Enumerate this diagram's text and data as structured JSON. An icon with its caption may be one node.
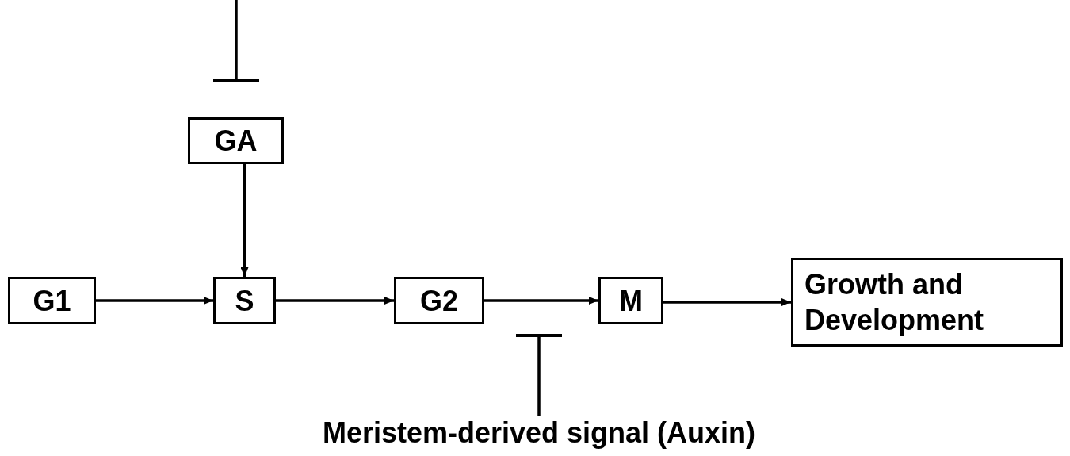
{
  "diagram": {
    "nodes": [
      {
        "text": [
          "GA"
        ]
      },
      {
        "text": [
          "G1"
        ]
      },
      {
        "text": [
          "S"
        ]
      },
      {
        "text": [
          "G2"
        ]
      },
      {
        "text": [
          "M"
        ]
      },
      {
        "text": [
          "Growth and Development"
        ]
      },
      {
        "text": [
          "Meristem-derived signal (Auxin)"
        ]
      }
    ],
    "edges": [
      {
        "from": null,
        "to": 0,
        "arrow": "other"
      },
      {
        "from": 0,
        "to": 2,
        "arrow": "to"
      },
      {
        "from": 1,
        "to": 2,
        "arrow": "to"
      },
      {
        "from": 2,
        "to": 3,
        "arrow": "to"
      },
      {
        "from": 3,
        "to": 4,
        "arrow": "to"
      },
      {
        "from": 4,
        "to": 5,
        "arrow": "to"
      },
      {
        "from": 6,
        "to": null,
        "arrow": "other"
      }
    ]
  }
}
